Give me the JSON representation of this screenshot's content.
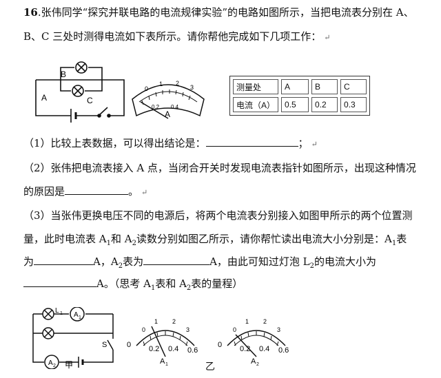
{
  "question": {
    "number": "16",
    "intro_line1": ".张伟同学“探究并联电路的电流规律实验”的电路如图所示，当把电流表分别在 A、",
    "intro_line2": "B、C 三处时测得电流如下表所示。请你帮他完成如下几项工作：",
    "q1_text": "（1）比较上表数据，可以得出结论是：",
    "q1_end": "；",
    "q2_line1": "（2）张伟把电流表接入 A 点，当闭合开关时发现电流表指针如图所示，出现这种情况",
    "q2_line2_a": "的原因是",
    "q2_line2_end": "。",
    "q3_line1": "（3）当张伟更换电压不同的电源后，将两个电流表分别接入如图甲所示的两个位置测",
    "q3_line2_a": "量，此时电流表 A",
    "q3_line2_b": "和 A",
    "q3_line2_c": "读数分别如图乙所示，请你帮忙读出电流大小分别是：A",
    "q3_line2_d": "表",
    "q3_line3_a": "为",
    "q3_line3_b": "A，A",
    "q3_line3_c": "表为",
    "q3_line3_d": "A，由此可知过灯泡 L",
    "q3_line3_e": "的电流大小为",
    "q3_line4_a": "A。（思考 A",
    "q3_line4_b": "表和 A",
    "q3_line4_c": "表的量程）",
    "sub1": "1",
    "sub2": "2",
    "return_mark": "↵"
  },
  "table": {
    "row1": [
      "测量处",
      "A",
      "B",
      "C"
    ],
    "row2": [
      "电流（A）",
      "0.5",
      "0.2",
      "0.3"
    ]
  },
  "figure_top": {
    "circuit_labels": {
      "a": "A",
      "b": "B",
      "c": "C"
    },
    "meter_ticks": [
      "0.2",
      "0.4",
      "0",
      "1",
      "2",
      "3"
    ],
    "meter_unit": "A"
  },
  "figure_bottom": {
    "circuit_labels": {
      "l1": "L",
      "l1_sub": "1",
      "a1": "A",
      "a1_sub": "1",
      "a2": "A",
      "a2_sub": "2",
      "s": "S",
      "jia": "甲"
    },
    "meter1_ticks": [
      "0",
      "0.2",
      "0.4",
      "0.6",
      "0",
      "1",
      "2",
      "3"
    ],
    "meter1_label": "A",
    "meter1_sub": "1",
    "meter2_ticks": [
      "0",
      "0.2",
      "0.4",
      "0.6",
      "0",
      "1",
      "2",
      "3"
    ],
    "meter2_label": "A",
    "meter2_sub": "2",
    "caption_yi": "乙"
  }
}
